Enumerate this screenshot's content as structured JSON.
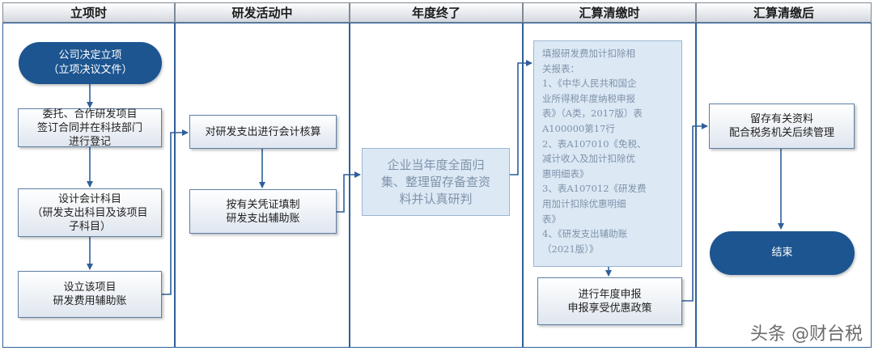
{
  "lanes": [
    {
      "title": "立项时"
    },
    {
      "title": "研发活动中"
    },
    {
      "title": "年度终了"
    },
    {
      "title": "汇算清缴时"
    },
    {
      "title": "汇算清缴后"
    }
  ],
  "nodes": {
    "start": {
      "line1": "公司决定立项",
      "line2": "（立项决议文件）"
    },
    "entrust": {
      "line1": "委托、合作研发项目",
      "line2": "签订合同并在科技部门",
      "line3": "进行登记"
    },
    "design_account": {
      "line1": "设计会计科目",
      "line2": "（研发支出科目及该项目",
      "line3": "子科目）"
    },
    "set_ledger": {
      "line1": "设立该项目",
      "line2": "研发费用辅助账"
    },
    "accounting": {
      "line1": "对研发支出进行会计核算"
    },
    "voucher": {
      "line1": "按有关凭证填制",
      "line2": "研发支出辅助账"
    },
    "year_end": {
      "line1": "企业当年度全面归",
      "line2": "集、整理留存备查资",
      "line3": "料并认真研判"
    },
    "forms": {
      "lines": [
        "填报研发费加计扣除相",
        "关报表：",
        "1、《中华人民共和国企",
        "业所得税年度纳税申报",
        "表》（A类，2017版）表",
        "A100000第17行",
        "2、表A107010《免税、",
        "减计收入及加计扣除优",
        "惠明细表》",
        "3、表A107012《研发费",
        "用加计扣除优惠明细",
        "表》",
        "4、《研发支出辅助账",
        "（2021版）》"
      ]
    },
    "declare": {
      "line1": "进行年度申报",
      "line2": "申报享受优惠政策"
    },
    "retain": {
      "line1": "留存有关资料",
      "line2": "配合税务机关后续管理"
    },
    "end": {
      "label": "结束"
    }
  },
  "watermark": "头条 @财台税"
}
